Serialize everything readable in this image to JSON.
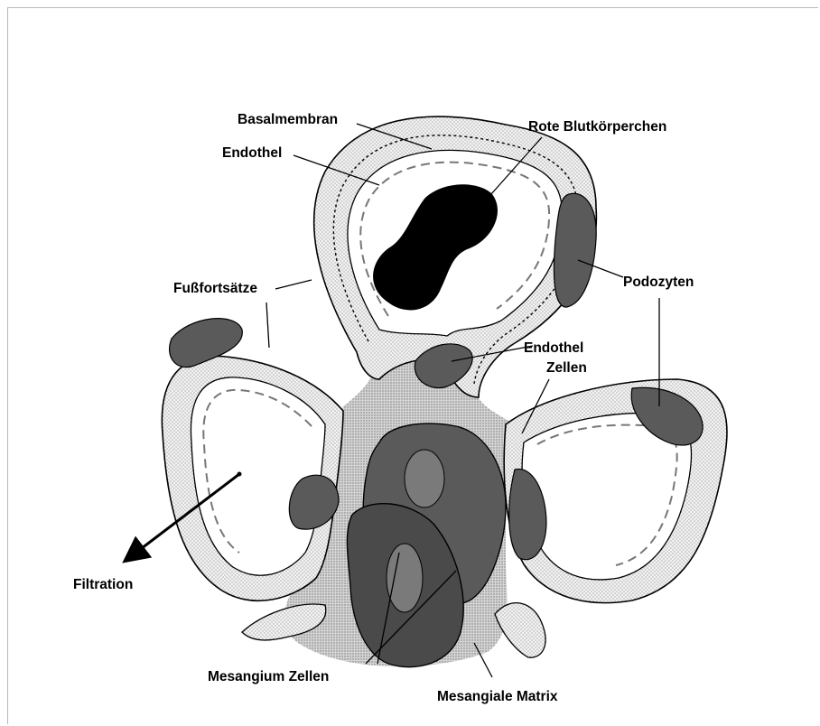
{
  "labels": {
    "basalmembran": "Basalmembran",
    "rote_blutkoerperchen": "Rote Blutkörperchen",
    "endothel": "Endothel",
    "podozyten": "Podozyten",
    "fussfortsaetze": "Fußfortsätze",
    "endothel_zellen_line1": "Endothel",
    "endothel_zellen_line2": "Zellen",
    "filtration": "Filtration",
    "mesangium_zellen": "Mesangium Zellen",
    "mesangiale_matrix": "Mesangiale Matrix"
  },
  "colors": {
    "background": "#ffffff",
    "capillary_lumen": "#ffffff",
    "mesangial_matrix": "#c8c8c8",
    "mesangial_cells": "#5a5a5a",
    "cell_nucleus": "#4a4a4a",
    "red_blood_cell": "#000000",
    "podocyte_layer": "#e4e4e4",
    "outline": "#000000"
  }
}
